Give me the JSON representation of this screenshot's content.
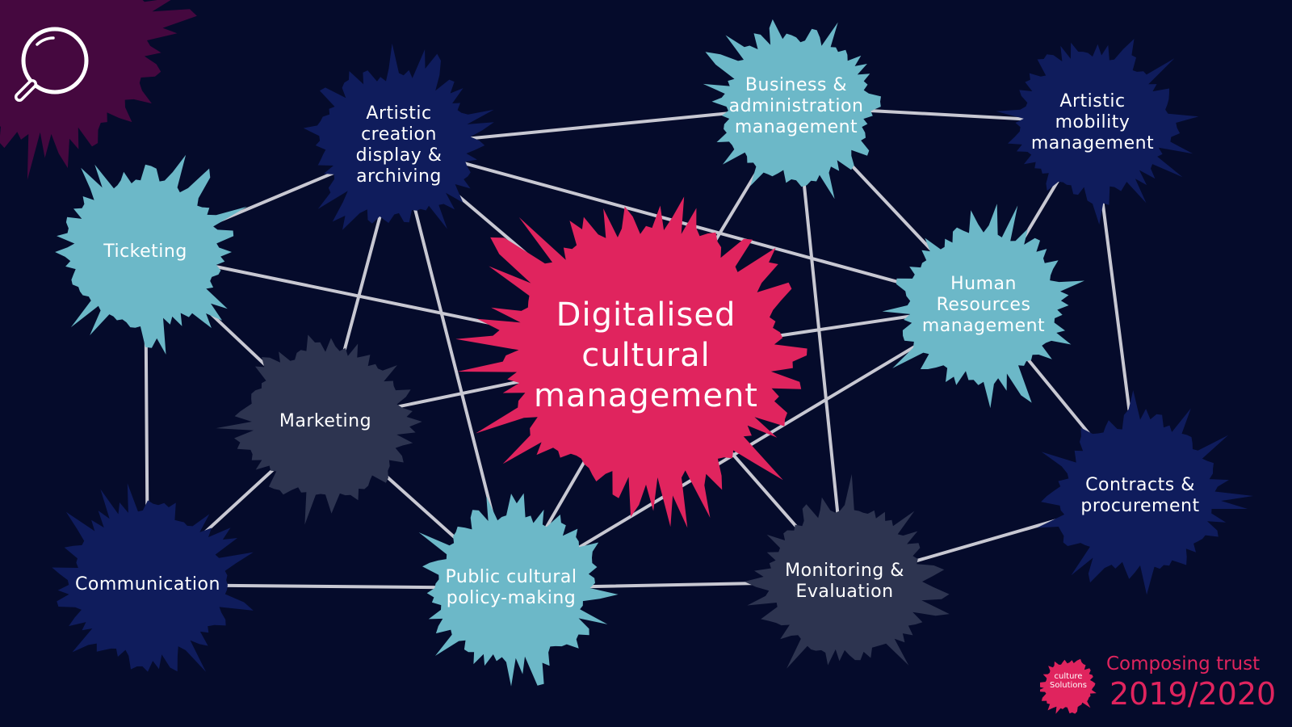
{
  "colors": {
    "background": "#050b2b",
    "connector": "#c8c8d2",
    "text": "#ffffff",
    "corner_splash": "#45083f",
    "center": "#e0245e",
    "light_teal": "#6cb8c8",
    "navy": "#0f1c5c",
    "slate": "#2d3450",
    "brand_pink": "#e0245e"
  },
  "icons": {
    "corner": "magnifier-icon",
    "brand": "culture-solutions-logo"
  },
  "diagram": {
    "nodes": [
      {
        "id": "digitalised-cultural-management",
        "label_lines": [
          "Digitalised",
          "cultural",
          "management"
        ],
        "color": "#e0245e",
        "role": "center"
      },
      {
        "id": "artistic-creation",
        "label_lines": [
          "Artistic",
          "creation",
          "display &",
          "archiving"
        ],
        "color": "#0f1c5c"
      },
      {
        "id": "business-administration",
        "label_lines": [
          "Business &",
          "administration",
          "management"
        ],
        "color": "#6cb8c8"
      },
      {
        "id": "artistic-mobility",
        "label_lines": [
          "Artistic",
          "mobility",
          "management"
        ],
        "color": "#0f1c5c"
      },
      {
        "id": "ticketing",
        "label_lines": [
          "Ticketing"
        ],
        "color": "#6cb8c8"
      },
      {
        "id": "human-resources",
        "label_lines": [
          "Human",
          "Resources",
          "management"
        ],
        "color": "#6cb8c8"
      },
      {
        "id": "marketing",
        "label_lines": [
          "Marketing"
        ],
        "color": "#2d3450"
      },
      {
        "id": "contracts-procurement",
        "label_lines": [
          "Contracts &",
          "procurement"
        ],
        "color": "#0f1c5c"
      },
      {
        "id": "communication",
        "label_lines": [
          "Communication"
        ],
        "color": "#0f1c5c"
      },
      {
        "id": "public-cultural-policy",
        "label_lines": [
          "Public cultural",
          "policy-making"
        ],
        "color": "#6cb8c8"
      },
      {
        "id": "monitoring-evaluation",
        "label_lines": [
          "Monitoring &",
          "Evaluation"
        ],
        "color": "#2d3450"
      }
    ],
    "edges": [
      [
        "artistic-creation",
        "business-administration"
      ],
      [
        "business-administration",
        "artistic-mobility"
      ],
      [
        "artistic-creation",
        "ticketing"
      ],
      [
        "artistic-creation",
        "digitalised-cultural-management"
      ],
      [
        "artistic-creation",
        "human-resources"
      ],
      [
        "artistic-creation",
        "marketing"
      ],
      [
        "artistic-creation",
        "public-cultural-policy"
      ],
      [
        "business-administration",
        "digitalised-cultural-management"
      ],
      [
        "business-administration",
        "human-resources"
      ],
      [
        "business-administration",
        "monitoring-evaluation"
      ],
      [
        "artistic-mobility",
        "human-resources"
      ],
      [
        "artistic-mobility",
        "contracts-procurement"
      ],
      [
        "ticketing",
        "digitalised-cultural-management"
      ],
      [
        "ticketing",
        "marketing"
      ],
      [
        "ticketing",
        "communication"
      ],
      [
        "human-resources",
        "digitalised-cultural-management"
      ],
      [
        "human-resources",
        "contracts-procurement"
      ],
      [
        "human-resources",
        "public-cultural-policy"
      ],
      [
        "marketing",
        "digitalised-cultural-management"
      ],
      [
        "marketing",
        "communication"
      ],
      [
        "marketing",
        "public-cultural-policy"
      ],
      [
        "digitalised-cultural-management",
        "public-cultural-policy"
      ],
      [
        "digitalised-cultural-management",
        "monitoring-evaluation"
      ],
      [
        "communication",
        "public-cultural-policy"
      ],
      [
        "public-cultural-policy",
        "monitoring-evaluation"
      ],
      [
        "monitoring-evaluation",
        "contracts-procurement"
      ]
    ]
  },
  "brand": {
    "logo_text_lines": [
      "culture",
      "Solutions"
    ],
    "tagline": "Composing trust",
    "year": "2019/2020"
  }
}
